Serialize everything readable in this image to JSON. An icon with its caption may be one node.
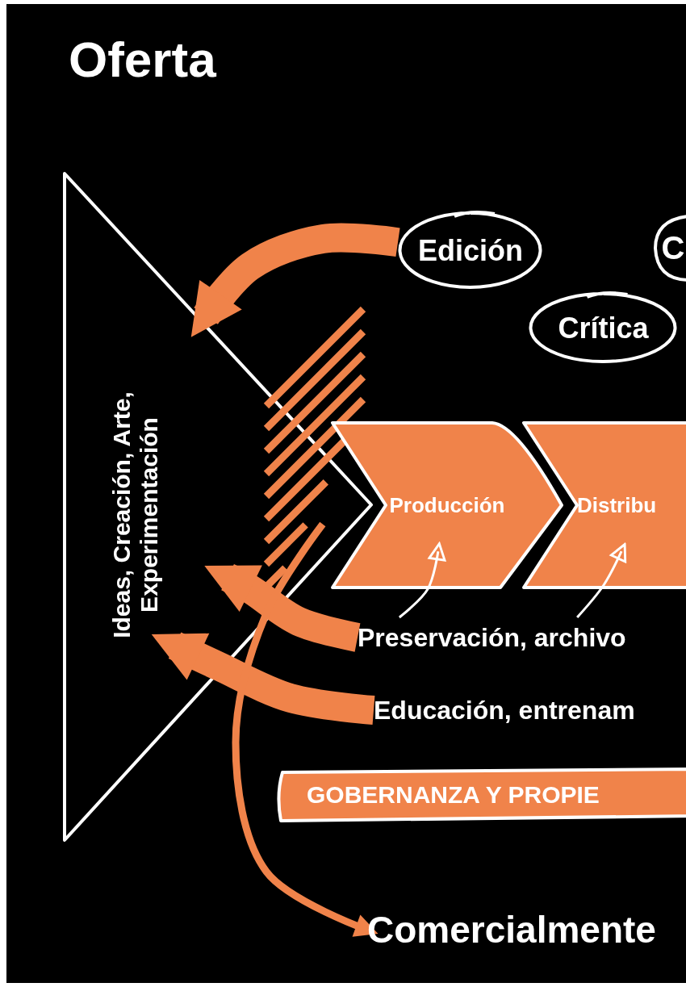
{
  "diagram": {
    "title": "Oferta",
    "nodes": [
      {
        "text": [
          "Ideas, Creación, Arte, Experimentación"
        ]
      },
      {
        "text": [
          "Edición"
        ]
      },
      {
        "text": [
          "C"
        ]
      },
      {
        "text": [
          "Crítica"
        ]
      },
      {
        "text": [
          "Producción"
        ]
      },
      {
        "text": [
          "Distribu"
        ]
      },
      {
        "text": [
          "Preservación, archivo"
        ]
      },
      {
        "text": [
          "Educación, entrenam"
        ]
      },
      {
        "text": [
          "GOBERNANZA Y PROPIE"
        ]
      },
      {
        "text": [
          "Comercialmente"
        ]
      }
    ],
    "edges": [
      {
        "from": 1,
        "to": 0,
        "arrow": "to",
        "style": "thick"
      },
      {
        "from": 6,
        "to": 0,
        "arrow": "to",
        "style": "thick"
      },
      {
        "from": 7,
        "to": 0,
        "arrow": "to",
        "style": "thick"
      },
      {
        "from": 0,
        "to": 9,
        "arrow": "to"
      },
      {
        "from": 6,
        "to": 4,
        "arrow": "to",
        "color": "#ffffff"
      },
      {
        "from": 6,
        "to": 5,
        "arrow": "to",
        "color": "#ffffff"
      }
    ]
  }
}
